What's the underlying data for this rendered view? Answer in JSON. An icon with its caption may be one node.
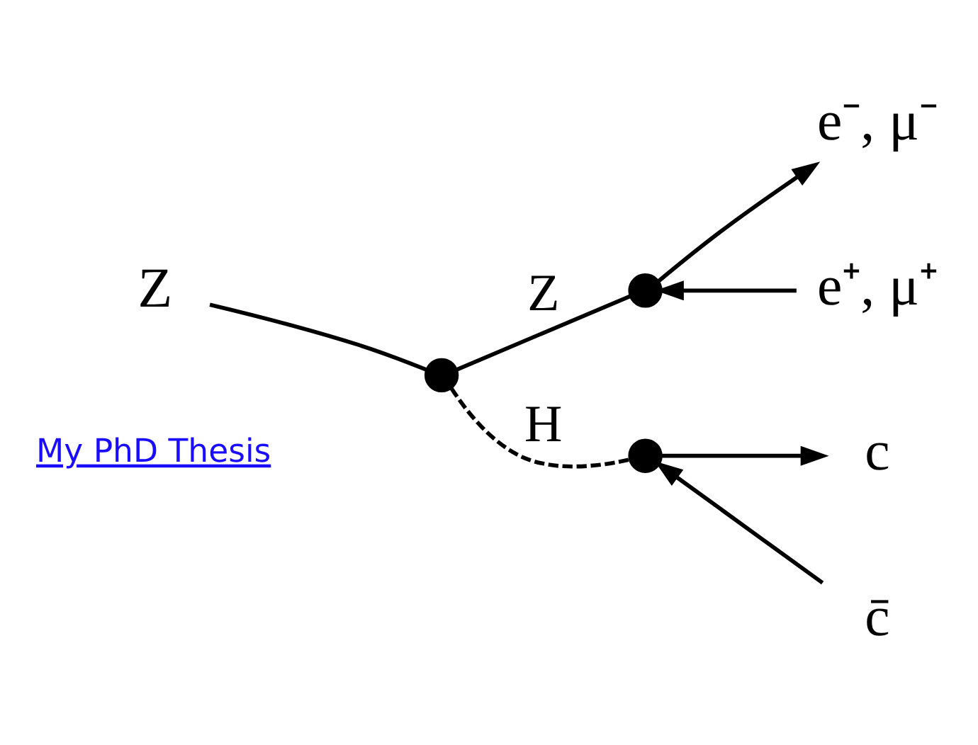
{
  "diagram": {
    "nodes": [
      {
        "text": [
          "Z"
        ]
      },
      {
        "text": [],
        "shape": "circle"
      },
      {
        "text": [],
        "shape": "circle"
      },
      {
        "text": [],
        "shape": "circle"
      },
      {
        "text": [
          "e⁻, μ⁻"
        ]
      },
      {
        "text": [
          "e⁺, μ⁺"
        ]
      },
      {
        "text": [
          "c"
        ]
      },
      {
        "text": [
          "c̄"
        ]
      }
    ],
    "edges": [
      {
        "from": 0,
        "to": 1,
        "arrow": "none"
      },
      {
        "from": 1,
        "to": 2,
        "arrow": "none",
        "label": "Z"
      },
      {
        "from": 1,
        "to": 3,
        "arrow": "none",
        "label": "H",
        "style": "dashed"
      },
      {
        "from": 2,
        "to": 4,
        "arrow": "to"
      },
      {
        "from": 5,
        "to": 2,
        "arrow": "to"
      },
      {
        "from": 3,
        "to": 6,
        "arrow": "to"
      },
      {
        "from": 7,
        "to": 3,
        "arrow": "to"
      }
    ],
    "labels": [
      "My PhD Thesis"
    ]
  }
}
